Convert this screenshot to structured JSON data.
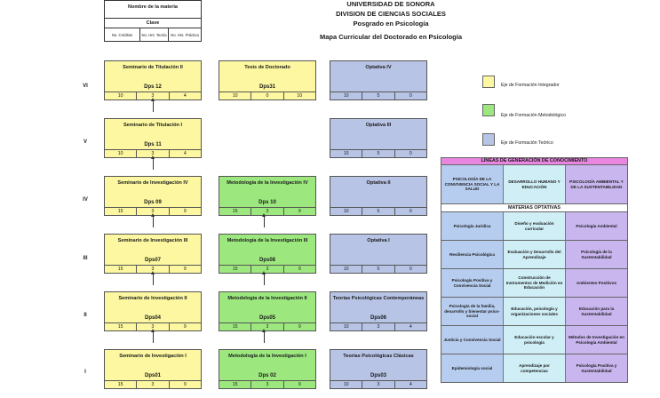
{
  "header": {
    "university": "UNIVERSIDAD DE SONORA",
    "division": "DIVISION DE CIENCIAS SOCIALES",
    "program": "Posgrado en Psicología",
    "map_title": "Mapa Curricular del Doctorado en Psicología"
  },
  "key": {
    "name": "Nombre de la materia",
    "clave": "Clave",
    "credits": "No. Créditos",
    "hrs_teoria": "No. Hrs. Teoría",
    "hrs_practica": "No. Hrs. Práctica"
  },
  "semesters": [
    "VI",
    "V",
    "IV",
    "III",
    "II",
    "I"
  ],
  "courses": {
    "s6_integ": {
      "name": "Seminario de Titulación II",
      "code": "Dps 12",
      "cred": "10",
      "teo": "3",
      "prac": "4"
    },
    "s6_tesis": {
      "name": "Tesis de Doctorado",
      "code": "Dps31",
      "cred": "10",
      "teo": "0",
      "prac": "10"
    },
    "s6_teor": {
      "name": "Optativa IV",
      "code": "",
      "cred": "10",
      "teo": "5",
      "prac": "0"
    },
    "s5_integ": {
      "name": "Seminario de Titulación I",
      "code": "Dps 11",
      "cred": "10",
      "teo": "3",
      "prac": "4"
    },
    "s5_teor": {
      "name": "Optativa III",
      "code": "",
      "cred": "10",
      "teo": "5",
      "prac": "0"
    },
    "s4_integ": {
      "name": "Seminario de Investigación IV",
      "code": "Dps 09",
      "cred": "15",
      "teo": "3",
      "prac": "9"
    },
    "s4_metod": {
      "name": "Metodología de la Investigación IV",
      "code": "Dps 10",
      "cred": "15",
      "teo": "3",
      "prac": "9"
    },
    "s4_teor": {
      "name": "Optativa II",
      "code": "",
      "cred": "10",
      "teo": "5",
      "prac": "0"
    },
    "s3_integ": {
      "name": "Seminario de Investigación III",
      "code": "Dps07",
      "cred": "15",
      "teo": "3",
      "prac": "9"
    },
    "s3_metod": {
      "name": "Metodología de la Investigación III",
      "code": "Dps08",
      "cred": "15",
      "teo": "3",
      "prac": "9"
    },
    "s3_teor": {
      "name": "Optativa I",
      "code": "",
      "cred": "10",
      "teo": "5",
      "prac": "0"
    },
    "s2_integ": {
      "name": "Seminario de Investigación II",
      "code": "Dps04",
      "cred": "15",
      "teo": "3",
      "prac": "9"
    },
    "s2_metod": {
      "name": "Metodología de la Investigación II",
      "code": "Dps05",
      "cred": "15",
      "teo": "3",
      "prac": "9"
    },
    "s2_teor": {
      "name": "Teorías Psicológicas Contemporáneas",
      "code": "Dps06",
      "cred": "10",
      "teo": "3",
      "prac": "4"
    },
    "s1_integ": {
      "name": "Seminario de Investigación I",
      "code": "Dps01",
      "cred": "15",
      "teo": "3",
      "prac": "9"
    },
    "s1_metod": {
      "name": "Metodología de la Investigación I",
      "code": "Dps 02",
      "cred": "15",
      "teo": "3",
      "prac": "9"
    },
    "s1_teor": {
      "name": "Teorías Psicológicas Clásicas",
      "code": "Dps03",
      "cred": "10",
      "teo": "3",
      "prac": "4"
    }
  },
  "legend": {
    "integrador": "Eje de Formación Integrador",
    "metodologico": "Eje de Formación Metodológico",
    "teorico": "Eje de Formación Teórico",
    "colors": {
      "integrador": "#fcf7a0",
      "metodologico": "#9ce87f",
      "teorico": "#b8c4e6"
    }
  },
  "lineas": {
    "title": "LÍNEAS DE GENERACIÓN DE CONOCIMIENTO",
    "cols": [
      "PSICOLOGÍA DE LA CONVIVENCIA SOCIAL Y LA SALUD",
      "DESARROLLO HUMANO Y EDUCACIÓN",
      "PSICOLOGÍA AMBIENTAL Y DE LA SUSTENTABILIDAD"
    ],
    "optativas_title": "MATERIAS OPTATIVAS",
    "rows": [
      [
        "Psicología Jurídica",
        "Diseño y evaluación curricular",
        "Psicología Ambiental"
      ],
      [
        "Resiliencia Psicológica",
        "Evaluación y Desarrollo del Aprendizaje",
        "Psicología de la Sustentabilidad"
      ],
      [
        "Psicología Positiva y Convivencia Social",
        "Construcción de Instrumentos de Medición en Educación",
        "Ambientes Positivos"
      ],
      [
        "Psicología de la familia, desarrollo y bienestar psico-social",
        "Educación, psicología y organizaciones sociales",
        "Educación para la Sustentabilidad"
      ],
      [
        "Justicia y Convivencia Social",
        "Educación escolar y psicología",
        "Métodos de Investigación en Psicología Ambiental"
      ],
      [
        "Epidemiología social",
        "Aprendizaje por competencias",
        "Psicología Positiva y Sustentabilidad"
      ]
    ]
  }
}
